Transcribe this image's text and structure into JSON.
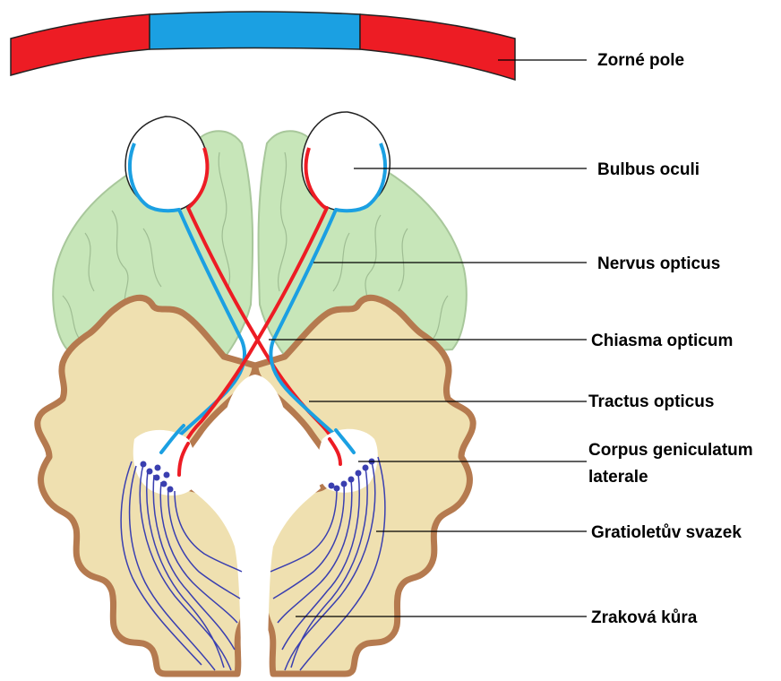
{
  "labels": {
    "visual_field": "Zorné pole",
    "eyeball": "Bulbus oculi",
    "optic_nerve": "Nervus opticus",
    "optic_chiasm": "Chiasma opticum",
    "optic_tract": "Tractus opticus",
    "lgn_line1": "Corpus geniculatum",
    "lgn_line2": "laterale",
    "optic_radiation": "Gratioletův svazek",
    "visual_cortex": "Zraková kůra"
  },
  "colors": {
    "temporal_field": "#ed1c24",
    "nasal_field": "#1ba0e2",
    "frontal_lobe": "#c7e6b9",
    "frontal_outline": "#a8c79b",
    "occipital_lobe": "#efe0b0",
    "occipital_outline": "#b57a4f",
    "radiation_fibers": "#3a3fb0",
    "leader_lines": "#000000"
  }
}
